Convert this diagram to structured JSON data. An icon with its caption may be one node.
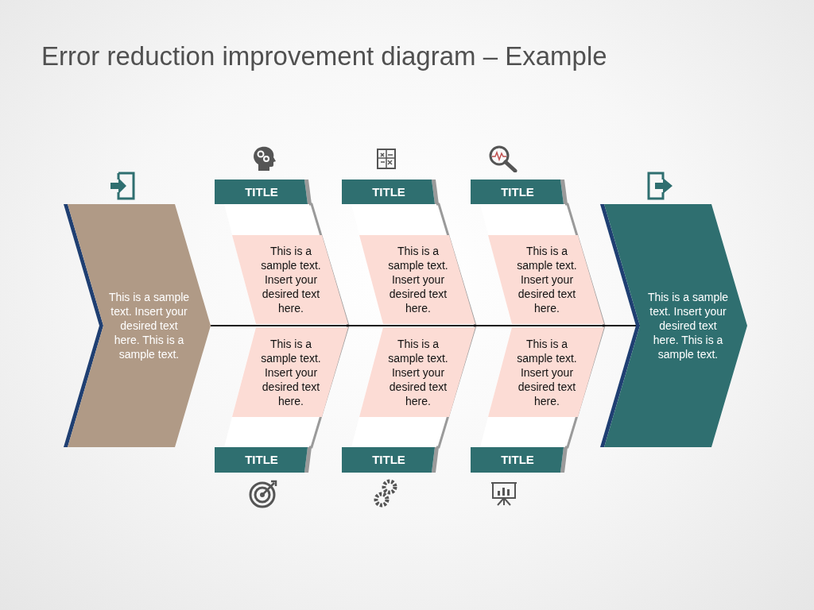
{
  "diagram": {
    "title": "Error reduction improvement diagram – Example",
    "nodes": [
      {
        "text": [
          "This is a sample text. Insert your desired text here. This is a sample text."
        ]
      },
      {
        "text": [
          "TITLE"
        ]
      },
      {
        "text": [
          "This is a sample text. Insert your desired text here."
        ]
      },
      {
        "text": [
          "This is a sample text. Insert your desired text here."
        ]
      },
      {
        "text": [
          "TITLE"
        ]
      },
      {
        "text": [
          "TITLE"
        ]
      },
      {
        "text": [
          "This is a sample text. Insert your desired text here."
        ]
      },
      {
        "text": [
          "This is a sample text. Insert your desired text here."
        ]
      },
      {
        "text": [
          "TITLE"
        ]
      },
      {
        "text": [
          "TITLE"
        ]
      },
      {
        "text": [
          "This is a sample text. Insert your desired text here."
        ]
      },
      {
        "text": [
          "This is a sample text. Insert your desired text here."
        ]
      },
      {
        "text": [
          "TITLE"
        ]
      },
      {
        "text": [
          "This is a sample text. Insert your desired text here. This is a sample text."
        ]
      }
    ],
    "edges": [
      {
        "from": 0,
        "to": 13,
        "arrow": "none"
      }
    ]
  }
}
